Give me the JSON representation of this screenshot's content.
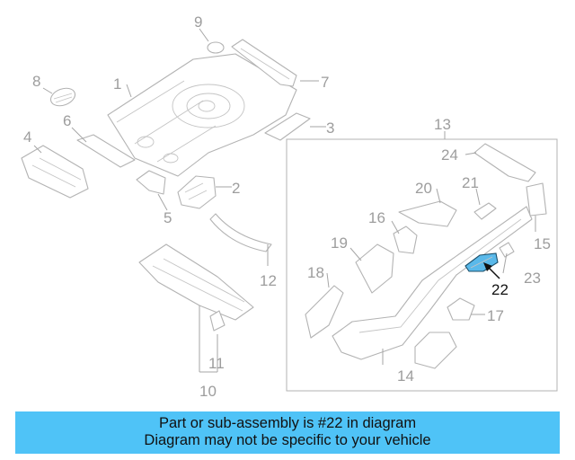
{
  "diagram": {
    "callouts": [
      "1",
      "2",
      "3",
      "4",
      "5",
      "6",
      "7",
      "8",
      "9",
      "10",
      "11",
      "12",
      "13",
      "14",
      "15",
      "16",
      "17",
      "18",
      "19",
      "20",
      "21",
      "22",
      "23",
      "24"
    ],
    "highlighted_callout": "22",
    "colors": {
      "outline": "#b3b3b3",
      "label": "#9d9d9d",
      "highlight_fill": "#5ab9ea",
      "highlight_label": "#111111"
    }
  },
  "caption": {
    "line1": "Part or sub-assembly is #22 in diagram",
    "line2": "Diagram may not be specific to your vehicle",
    "background": "#4fc3f7"
  }
}
